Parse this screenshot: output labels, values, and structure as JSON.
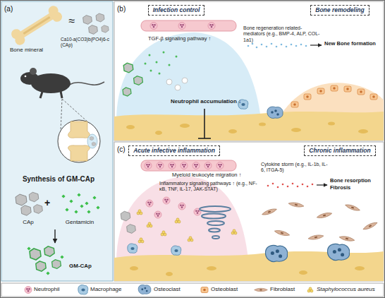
{
  "diagram": {
    "nodes": [
      {
        "text": [
          "(a)"
        ]
      },
      {
        "text": [
          "(b)"
        ]
      },
      {
        "text": [
          "Infection control"
        ],
        "in": 1
      },
      {
        "text": [
          "Bone remodeling"
        ],
        "in": 1
      },
      {
        "text": [
          "(c)"
        ]
      },
      {
        "text": [
          "Acute infective inflammation"
        ],
        "in": 4
      },
      {
        "text": [
          "Chronic inflammation"
        ],
        "in": 4
      }
    ],
    "labels": [
      "Bone mineral",
      "≈",
      "Ca10-a(CO3)b(PO4)6-c (CAp)",
      "Synthesis of GM-CAp",
      "CAp",
      "+",
      "Gentamicin",
      "GM-CAp",
      "TGF-β signaling pathway ↑",
      "Bone regeneration related-mediators (e.g., BMP-4, ALP, COL-1a1)",
      "New Bone formation",
      "Neutrophil accumulation ↓",
      "Myeloid leukocyte migration ↑",
      "Inflammatory signaling pathways ↑ (e.g., NF-κB, TNF, IL-17, JAK-STAT)",
      "Cytokine storm (e.g., IL-1b, IL-6, ITGA-5)",
      "Bone resorption",
      "Fibrosis"
    ],
    "legend": [
      {
        "text": "Neutrophil"
      },
      {
        "text": "Macrophage"
      },
      {
        "text": "Osteoclast"
      },
      {
        "text": "Osteoblast"
      },
      {
        "text": "Fibroblast"
      },
      {
        "text": "Staphylococcus aureus"
      }
    ]
  }
}
